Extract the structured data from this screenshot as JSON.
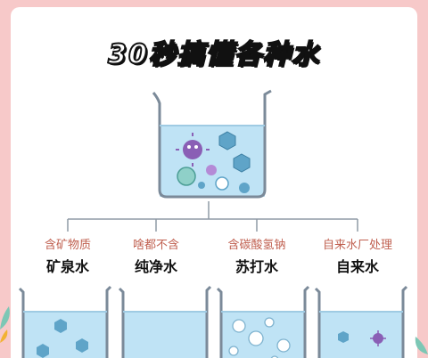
{
  "title": "30秒搞懂各种水",
  "branches": [
    {
      "sub": "含矿物质",
      "name": "矿泉水"
    },
    {
      "sub": "啥都不含",
      "name": "纯净水"
    },
    {
      "sub": "含碳酸氢钠",
      "name": "苏打水"
    },
    {
      "sub": "自来水厂处理",
      "name": "自来水"
    }
  ],
  "colors": {
    "water": "#bfe3f5",
    "glass": "#7b8a99",
    "line": "#8f9aa5",
    "accent_text": "#c06050",
    "background": "#f7c9c9"
  },
  "icons": [
    "beaker-icon",
    "microbe-icon",
    "mineral-icon",
    "bubble-icon",
    "leaf-icon"
  ]
}
